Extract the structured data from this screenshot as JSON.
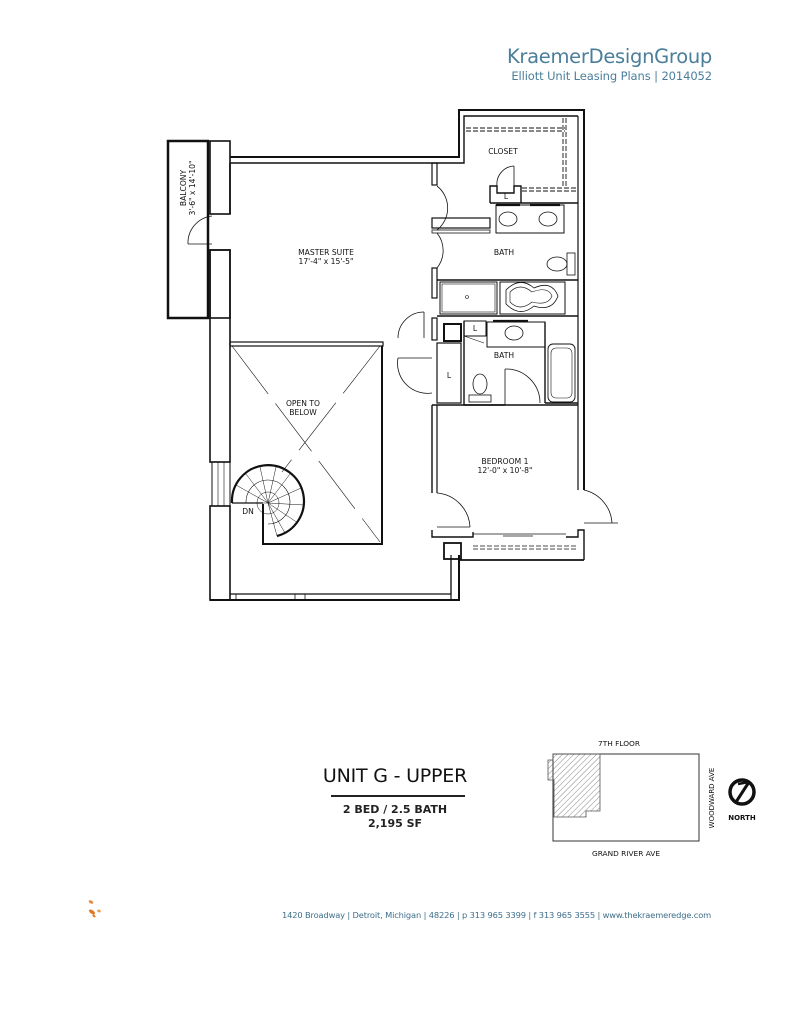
{
  "header": {
    "brand": "KraemerDesignGroup",
    "subtitle": "Elliott Unit Leasing Plans | 2014052",
    "brand_color": "#4a7e9a"
  },
  "floor_plan": {
    "rooms": {
      "balcony": {
        "name": "BALCONY",
        "dims": "3'-6\" x 14'-10\""
      },
      "master_suite": {
        "name": "MASTER SUITE",
        "dims": "17'-4\" x 15'-5\""
      },
      "closet": {
        "name": "CLOSET"
      },
      "master_bath": {
        "name": "BATH"
      },
      "hall_bath": {
        "name": "BATH"
      },
      "bedroom_1": {
        "name": "BEDROOM 1",
        "dims": "12'-0\" x 10'-8\""
      },
      "open_to_below": {
        "line1": "OPEN TO",
        "line2": "BELOW"
      },
      "stair": {
        "label": "DN"
      },
      "linen_closet_1": {
        "label": "L"
      },
      "linen_closet_2": {
        "label": "L"
      },
      "linen_closet_3": {
        "label": "L"
      }
    }
  },
  "unit": {
    "title": "UNIT G - UPPER",
    "beds_baths": "2 BED / 2.5 BATH",
    "area": "2,195 SF"
  },
  "key_plan": {
    "floor_label": "7TH FLOOR",
    "street_south": "GRAND RIVER AVE",
    "street_east": "WOODWARD AVE",
    "north_label": "NORTH"
  },
  "footer": {
    "contact": "1420 Broadway | Detroit, Michigan | 48226 | p 313 965 3399 | f 313 965 3555 | www.thekraemeredge.com",
    "logo_color": "#e07a2a"
  }
}
